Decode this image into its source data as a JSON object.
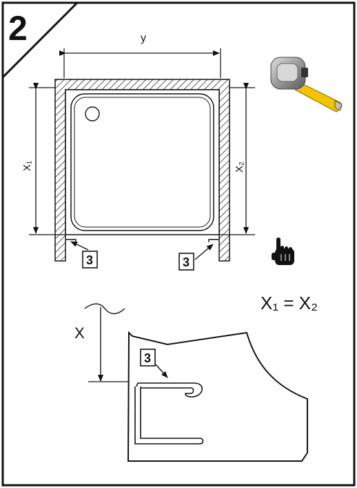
{
  "step": {
    "number": "2"
  },
  "labels": {
    "width": "y",
    "left_depth": "X₁",
    "right_depth": "X₂",
    "part_left": "3",
    "part_right": "3",
    "part_detail": "3",
    "height": "X",
    "equation": "X₁ = X₂"
  },
  "icons": {
    "measure": "tape-measure-icon",
    "hand": "pointing-hand-icon"
  },
  "colors": {
    "ink": "#111111",
    "tape_yellow": "#f2c400",
    "tape_case": "#9a9a9a"
  }
}
